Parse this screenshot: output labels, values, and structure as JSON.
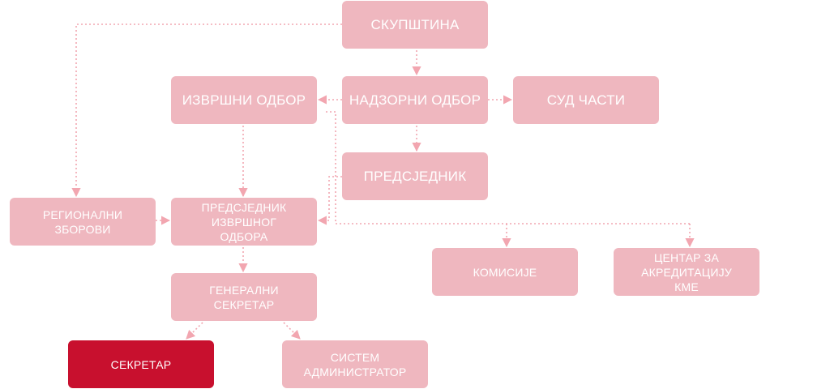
{
  "colors": {
    "node_fill": "#efb7bf",
    "node_text": "#ffffff",
    "active_fill": "#c8102e",
    "connector": "#f2a6b0"
  },
  "nodes": {
    "skupstina": "СКУПШТИНА",
    "izvrsni_odbor": "ИЗВРШНИ ОДБОР",
    "nadzorni_odbor": "НАДЗОРНИ ОДБОР",
    "sud_casti": "СУД ЧАСТИ",
    "predsjednik": "ПРЕДСЈЕДНИК",
    "regionalni_zborovi": [
      "РЕГИОНАЛНИ",
      "ЗБОРОВИ"
    ],
    "predsjednik_izvrsnog_odbora": [
      "ПРЕДСЈЕДНИК",
      "ИЗВРШНОГ",
      "ОДБОРА"
    ],
    "komisije": "КОМИСИЈЕ",
    "centar_za_akreditaciju": [
      "ЦЕНТАР ЗА",
      "АКРЕДИТАЦИЈУ",
      "КМЕ"
    ],
    "generalni_sekretar": "ГЕНЕРАЛНИ СЕКРЕТАР",
    "sekretar": "СЕКРЕТАР",
    "sistem_administrator": [
      "СИСТЕМ",
      "АДМИНИСТРАТОР"
    ]
  }
}
